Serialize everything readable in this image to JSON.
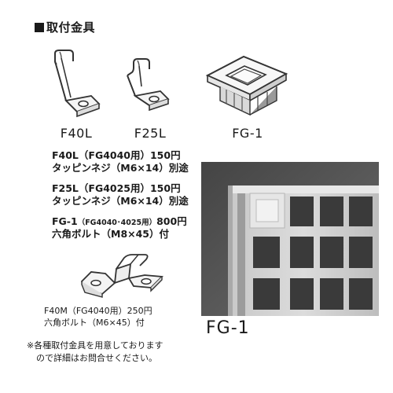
{
  "header": {
    "title": "取付金具"
  },
  "products": {
    "f40l": {
      "caption": "F40L"
    },
    "f25l": {
      "caption": "F25L"
    },
    "fg1": {
      "caption": "FG-1"
    }
  },
  "specs": {
    "f40l": {
      "line1": "F40L（FG4040用）150円",
      "line2": "タッピンネジ（M6×14）別途"
    },
    "f25l": {
      "line1": "F25L（FG4025用）150円",
      "line2": "タッピンネジ（M6×14）別途"
    },
    "fg1": {
      "name": "FG-1",
      "usage": "（FG4040･4025用）",
      "price": "800円",
      "line2": "六角ボルト（M8×45）付"
    },
    "f40m": {
      "line1": "F40M（FG4040用）250円",
      "line2": "六角ボルト（M6×45）付"
    }
  },
  "photo": {
    "caption": "FG-1"
  },
  "note": {
    "line1": "※各種取付金具を用意しております",
    "line2": "ので詳細はお問合せください。"
  }
}
